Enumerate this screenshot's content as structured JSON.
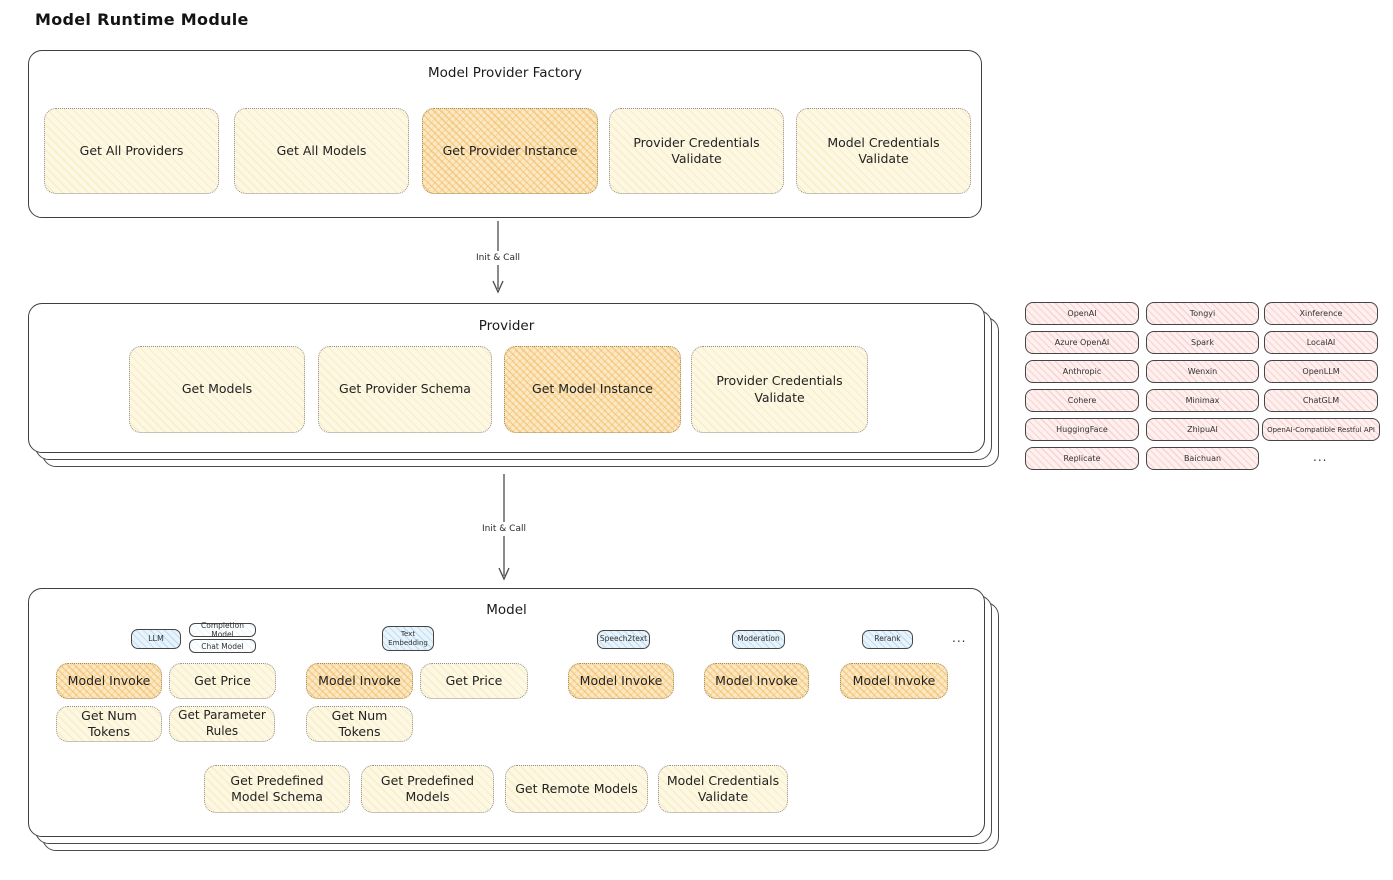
{
  "page_title": "Model Runtime Module",
  "factory": {
    "title": "Model Provider Factory",
    "boxes": [
      {
        "label": "Get All Providers",
        "highlight": false
      },
      {
        "label": "Get All Models",
        "highlight": false
      },
      {
        "label": "Get Provider Instance",
        "highlight": true
      },
      {
        "label": "Provider Credentials Validate",
        "highlight": false
      },
      {
        "label": "Model Credentials Validate",
        "highlight": false
      }
    ]
  },
  "arrows": [
    {
      "label": "Init & Call"
    },
    {
      "label": "Init & Call"
    }
  ],
  "provider": {
    "title": "Provider",
    "boxes": [
      {
        "label": "Get Models",
        "highlight": false
      },
      {
        "label": "Get Provider Schema",
        "highlight": false
      },
      {
        "label": "Get Model Instance",
        "highlight": true
      },
      {
        "label": "Provider Credentials Validate",
        "highlight": false
      }
    ]
  },
  "providers_grid": {
    "columns": [
      [
        "OpenAI",
        "Azure OpenAI",
        "Anthropic",
        "Cohere",
        "HuggingFace",
        "Replicate"
      ],
      [
        "Tongyi",
        "Spark",
        "Wenxin",
        "Minimax",
        "ZhipuAI",
        "Baichuan"
      ],
      [
        "Xinference",
        "LocalAI",
        "OpenLLM",
        "ChatGLM",
        "OpenAI-Compatible Restful API"
      ]
    ],
    "ellipsis": "..."
  },
  "model": {
    "title": "Model",
    "tabs_ellipsis": "...",
    "groups": [
      {
        "tab": "LLM",
        "sub_tabs": [
          "Completion Model",
          "Chat Model"
        ],
        "functions": [
          "Model Invoke",
          "Get Price",
          "Get Num Tokens",
          "Get Parameter Rules"
        ]
      },
      {
        "tab": "Text Embedding",
        "functions": [
          "Model Invoke",
          "Get Price",
          "Get Num Tokens"
        ]
      },
      {
        "tab": "Speech2text",
        "functions": [
          "Model Invoke"
        ]
      },
      {
        "tab": "Moderation",
        "functions": [
          "Model Invoke"
        ]
      },
      {
        "tab": "Rerank",
        "functions": [
          "Model Invoke"
        ]
      }
    ],
    "shared_functions": [
      "Get Predefined Model Schema",
      "Get Predefined Models",
      "Get Remote Models",
      "Model Credentials Validate"
    ]
  },
  "colors": {
    "highlight_fill": "#f5b766",
    "pale_fill": "#fdf8e6",
    "provider_chip_fill": "#fdf0ef",
    "provider_chip_hatch": "#f1a39d",
    "tab_fill": "#e9f3fb",
    "outline": "#3f3f3f"
  }
}
